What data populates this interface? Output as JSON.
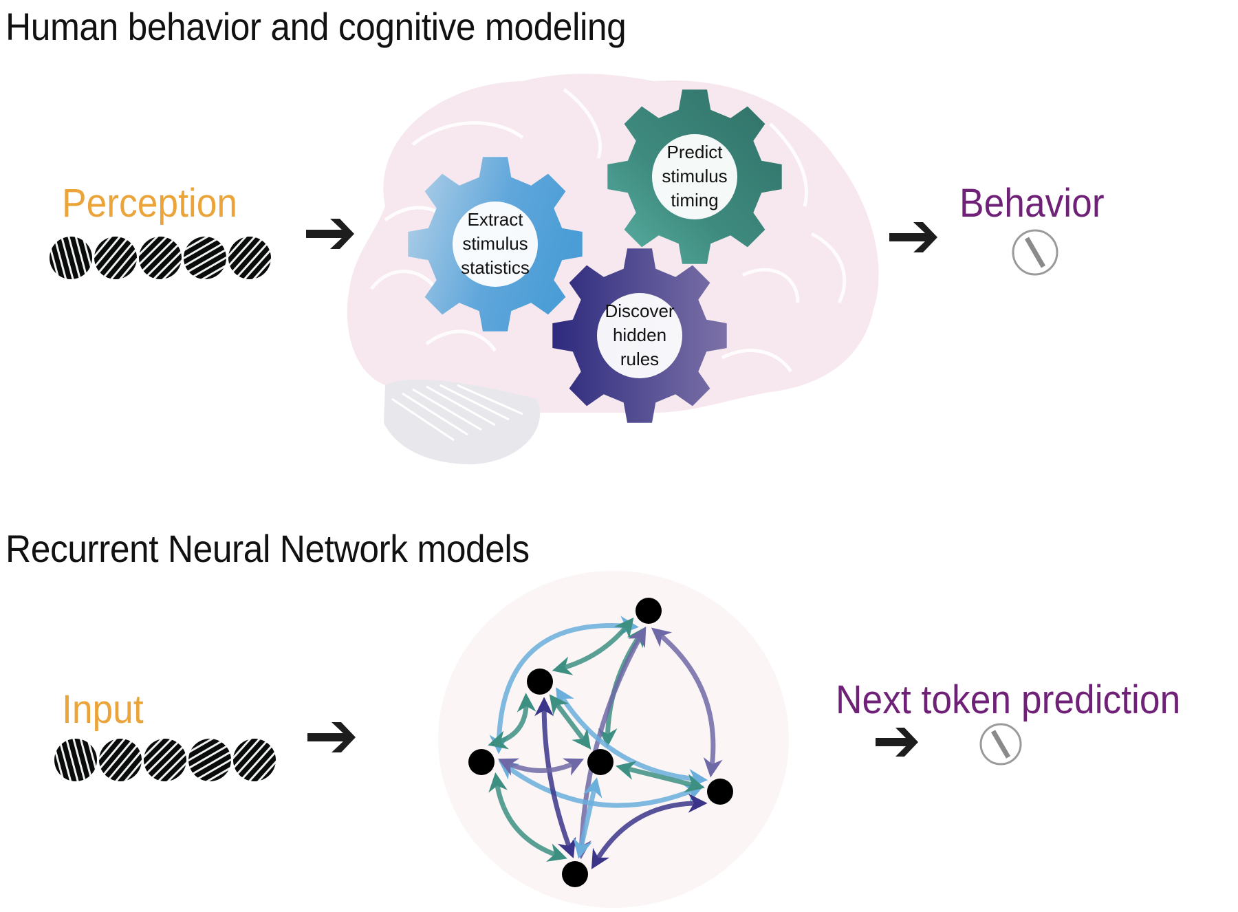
{
  "sections": [
    {
      "title": "Human behavior and cognitive modeling",
      "input_label": "Perception",
      "output_label": "Behavior",
      "gears": [
        {
          "lines": [
            "Extract",
            "stimulus",
            "statistics"
          ],
          "color_from": "#a9cbe3",
          "color_to": "#4a9dd6"
        },
        {
          "lines": [
            "Predict",
            "stimulus",
            "timing"
          ],
          "color_from": "#5bb3a6",
          "color_to": "#2f6f66"
        },
        {
          "lines": [
            "Discover",
            "hidden",
            "rules"
          ],
          "color_from": "#2d2a7d",
          "color_to": "#7c72a8"
        }
      ]
    },
    {
      "title": "Recurrent Neural Network models",
      "input_label": "Input",
      "output_label": "Next token prediction"
    }
  ],
  "gratings": {
    "orientations_deg": [
      -15,
      40,
      45,
      60,
      42
    ]
  },
  "output_icon": {
    "orientation_deg": -30
  },
  "colors": {
    "input_label": "#eba43a",
    "output_label": "#6f2177",
    "arrow": "#1d1d1d",
    "brain": "#f3e3ea",
    "rnn_background": "#fbf5f6",
    "edge_light_blue": "#6aaedc",
    "edge_teal": "#3d8f82",
    "edge_indigo": "#3a3588",
    "edge_lavender": "#6f68a6",
    "node": "#000000"
  },
  "rnn": {
    "nodes": [
      "n1",
      "n2",
      "n3",
      "n4",
      "n5",
      "n6"
    ],
    "edges": [
      {
        "from": "n3",
        "to": "n1",
        "color": "edge_light_blue"
      },
      {
        "from": "n2",
        "to": "n1",
        "color": "edge_teal"
      },
      {
        "from": "n4",
        "to": "n1",
        "color": "edge_teal"
      },
      {
        "from": "n6",
        "to": "n1",
        "color": "edge_lavender"
      },
      {
        "from": "n5",
        "to": "n1",
        "color": "edge_lavender"
      },
      {
        "from": "n2",
        "to": "n5",
        "color": "edge_light_blue"
      },
      {
        "from": "n3",
        "to": "n5",
        "color": "edge_light_blue"
      },
      {
        "from": "n3",
        "to": "n2",
        "color": "edge_teal"
      },
      {
        "from": "n4",
        "to": "n2",
        "color": "edge_teal"
      },
      {
        "from": "n6",
        "to": "n2",
        "color": "edge_indigo"
      },
      {
        "from": "n3",
        "to": "n4",
        "color": "edge_lavender"
      },
      {
        "from": "n4",
        "to": "n5",
        "color": "edge_teal"
      },
      {
        "from": "n3",
        "to": "n6",
        "color": "edge_teal"
      },
      {
        "from": "n4",
        "to": "n6",
        "color": "edge_light_blue"
      },
      {
        "from": "n5",
        "to": "n6",
        "color": "edge_indigo"
      }
    ]
  }
}
